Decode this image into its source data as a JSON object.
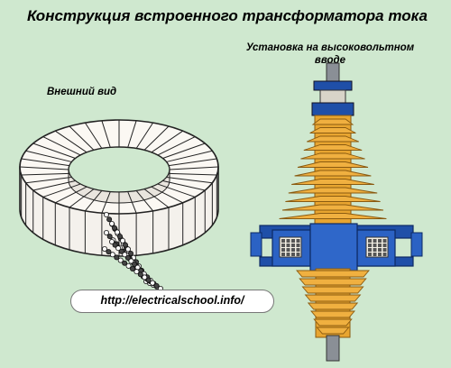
{
  "title": "Конструкция встроенного трансформатора тока",
  "labels": {
    "exterior": "Внешний вид",
    "installation": "Установка на высоковольтном вводе"
  },
  "url": "http://electricalschool.info/",
  "colors": {
    "background": "#cfe8cf",
    "insulator": "#e8a530",
    "frame_blue": "#1f4fa8",
    "ring_coil": "#ffffff"
  }
}
